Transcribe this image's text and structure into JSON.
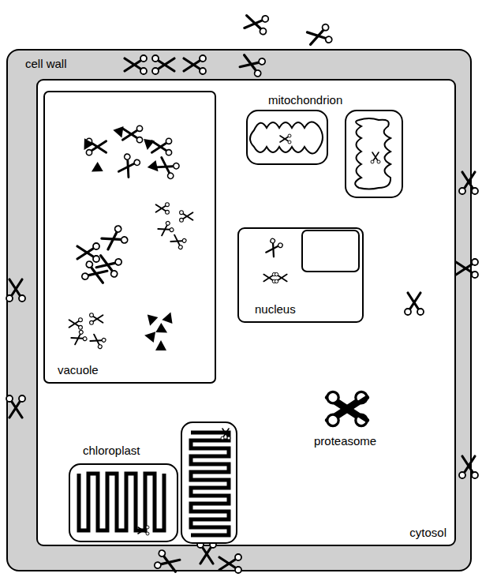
{
  "diagram": {
    "nodes": [
      {
        "text": [
          "cell wall"
        ]
      },
      {
        "text": [
          "cytosol"
        ],
        "in": 0
      },
      {
        "text": [
          "vacuole"
        ],
        "in": 1
      },
      {
        "text": [
          "nucleus"
        ],
        "in": 1
      }
    ],
    "labels": [
      "mitochondrion",
      "chloroplast",
      "proteasome"
    ]
  }
}
